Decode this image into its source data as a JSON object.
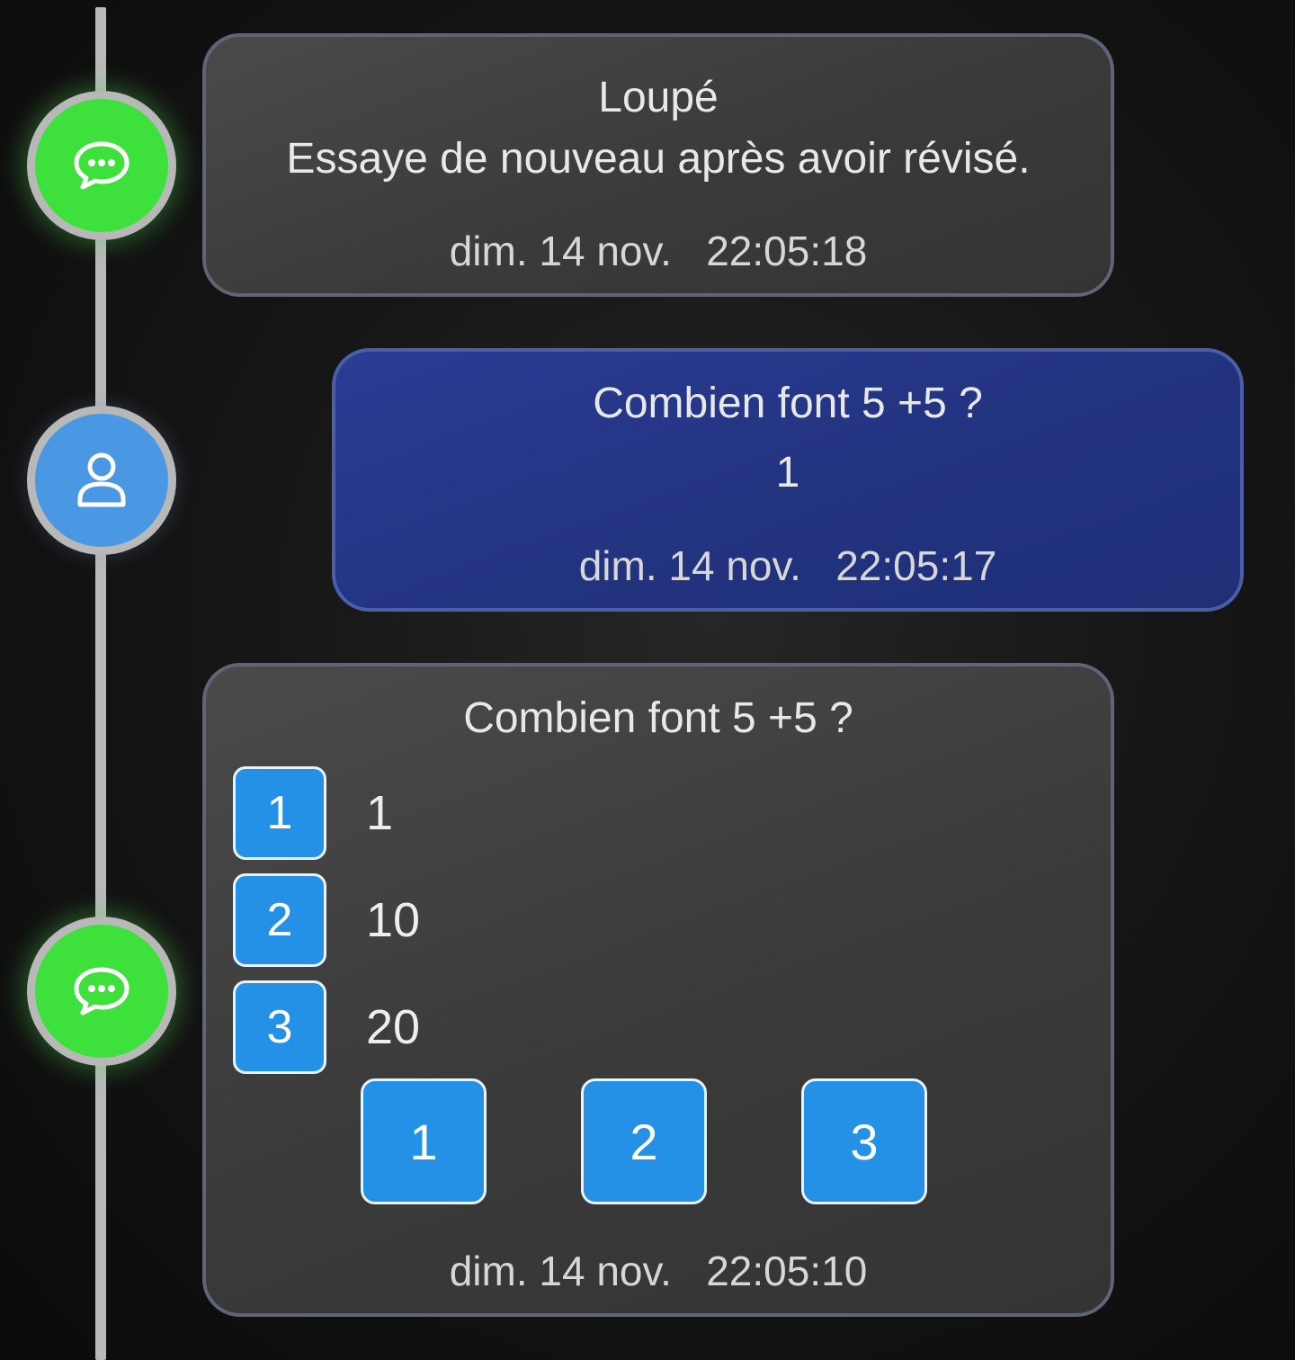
{
  "timeline": {
    "nodes": [
      {
        "type": "bot",
        "icon": "chat-bubble-icon",
        "color": "#3ee13b"
      },
      {
        "type": "user",
        "icon": "user-icon",
        "color": "#4a97e3"
      },
      {
        "type": "bot",
        "icon": "chat-bubble-icon",
        "color": "#3ee13b"
      }
    ]
  },
  "messages": {
    "feedback": {
      "title": "Loupé",
      "body": "Essaye de nouveau après avoir révisé.",
      "date": "dim. 14 nov.",
      "time": "22:05:18"
    },
    "answer": {
      "question": "Combien font 5 +5  ?",
      "answer": "1",
      "date": "dim. 14 nov.",
      "time": "22:05:17"
    },
    "quiz": {
      "question": "Combien font 5 +5  ?",
      "options": [
        {
          "key": "1",
          "text": "1"
        },
        {
          "key": "2",
          "text": "10"
        },
        {
          "key": "3",
          "text": "20"
        }
      ],
      "buttons": [
        "1",
        "2",
        "3"
      ],
      "date": "dim. 14 nov.",
      "time": "22:05:10"
    }
  },
  "colors": {
    "accent_button": "#2491e6",
    "bot_node": "#3ee13b",
    "user_node": "#4a97e3",
    "user_card": "#22337f",
    "bot_card": "#3a3a3a"
  }
}
